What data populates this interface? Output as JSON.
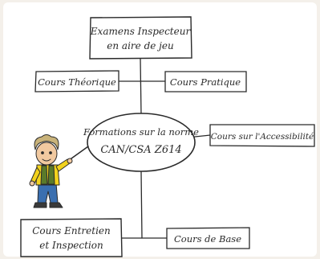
{
  "diagram": {
    "title_box": {
      "lines": [
        "Examens Inspecteur",
        "en aire de jeu"
      ]
    },
    "center": {
      "lines": [
        "Formations sur la norme",
        "CAN/CSA Z614"
      ]
    },
    "left_box": {
      "label": "Cours Théorique"
    },
    "right_box": {
      "label": "Cours Pratique"
    },
    "access_box": {
      "label": "Cours sur l'Accessibilité"
    },
    "entretien_box": {
      "lines": [
        "Cours Entretien",
        "et Inspection"
      ]
    },
    "base_box": {
      "label": "Cours de Base"
    }
  },
  "colors": {
    "paper": "#ffffff",
    "ink": "#2a2a2a",
    "shadow": "#ddd6cc",
    "shirt": "#f2d21d",
    "hair": "#c9b37a",
    "jeans": "#3a6fb0",
    "vest": "#5a7a2a"
  }
}
